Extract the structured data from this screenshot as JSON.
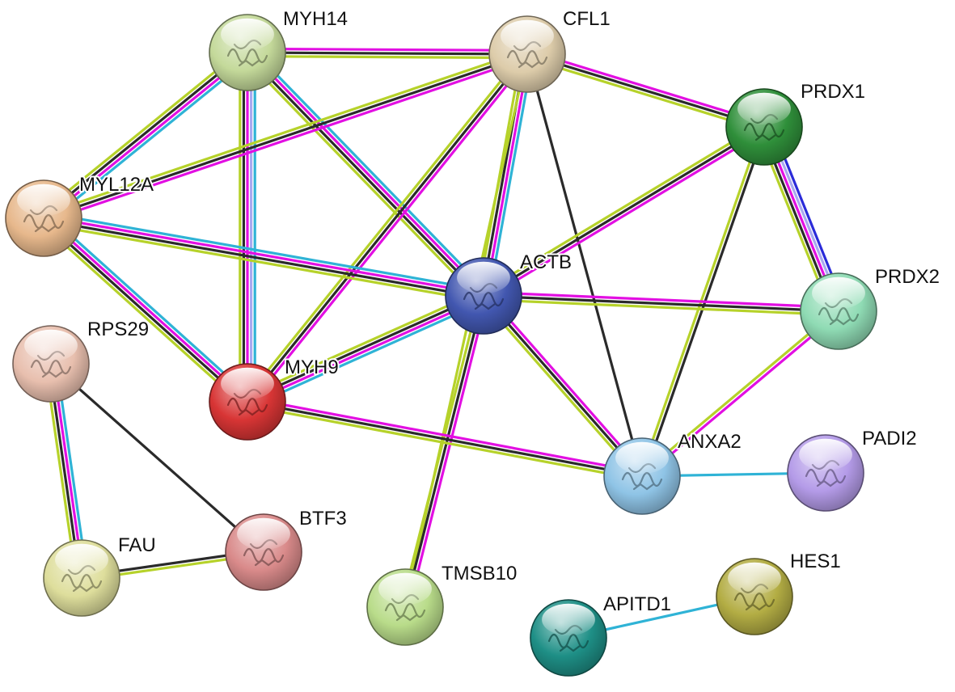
{
  "colors": {
    "experiments": "#e20fe2",
    "coexpression": "#2a2a2a",
    "textmining": "#b6d22a",
    "databases": "#2fb3d6",
    "homology": "#a9a9f0",
    "cooccurrence": "#2b2bd9"
  },
  "nodes": [
    {
      "id": "MYH14",
      "label": "MYH14",
      "color": "#c4d99a",
      "icon": "protein-structure-icon"
    },
    {
      "id": "CFL1",
      "label": "CFL1",
      "color": "#ddccaa",
      "icon": "protein-structure-icon"
    },
    {
      "id": "PRDX1",
      "label": "PRDX1",
      "color": "#2f8f3a",
      "icon": "protein-structure-icon"
    },
    {
      "id": "MYL12A",
      "label": "MYL12A",
      "color": "#e7b88c",
      "icon": "protein-structure-icon"
    },
    {
      "id": "ACTB",
      "label": "ACTB",
      "color": "#4257b0",
      "icon": "protein-structure-icon"
    },
    {
      "id": "PRDX2",
      "label": "PRDX2",
      "color": "#8fdbb4",
      "icon": "protein-structure-icon"
    },
    {
      "id": "RPS29",
      "label": "RPS29",
      "color": "#e8bfae",
      "icon": "protein-structure-icon"
    },
    {
      "id": "MYH9",
      "label": "MYH9",
      "color": "#d83535",
      "icon": "protein-structure-icon"
    },
    {
      "id": "ANXA2",
      "label": "ANXA2",
      "color": "#8fc4e6",
      "icon": "protein-structure-icon"
    },
    {
      "id": "PADI2",
      "label": "PADI2",
      "color": "#b49be8",
      "icon": "protein-structure-icon"
    },
    {
      "id": "BTF3",
      "label": "BTF3",
      "color": "#d98a8a",
      "icon": "protein-structure-icon"
    },
    {
      "id": "FAU",
      "label": "FAU",
      "color": "#dede9c",
      "icon": "protein-structure-icon"
    },
    {
      "id": "TMSB10",
      "label": "TMSB10",
      "color": "#b9dc8a",
      "icon": "protein-structure-icon"
    },
    {
      "id": "HES1",
      "label": "HES1",
      "color": "#b3ad44",
      "icon": "protein-structure-icon"
    },
    {
      "id": "APITD1",
      "label": "APITD1",
      "color": "#1e8f86",
      "icon": "protein-structure-icon"
    }
  ],
  "edges": [
    {
      "source": "MYH14",
      "target": "CFL1",
      "evidence": [
        "experiments",
        "coexpression",
        "textmining"
      ]
    },
    {
      "source": "MYH14",
      "target": "MYL12A",
      "evidence": [
        "databases",
        "experiments",
        "coexpression",
        "textmining"
      ]
    },
    {
      "source": "MYH14",
      "target": "MYH9",
      "evidence": [
        "databases",
        "homology",
        "experiments",
        "coexpression",
        "textmining"
      ]
    },
    {
      "source": "MYH14",
      "target": "ACTB",
      "evidence": [
        "databases",
        "experiments",
        "coexpression",
        "textmining"
      ]
    },
    {
      "source": "CFL1",
      "target": "PRDX1",
      "evidence": [
        "experiments",
        "coexpression",
        "textmining"
      ]
    },
    {
      "source": "CFL1",
      "target": "MYL12A",
      "evidence": [
        "experiments",
        "coexpression",
        "textmining"
      ]
    },
    {
      "source": "CFL1",
      "target": "ACTB",
      "evidence": [
        "databases",
        "experiments",
        "coexpression",
        "textmining"
      ]
    },
    {
      "source": "CFL1",
      "target": "MYH9",
      "evidence": [
        "experiments",
        "coexpression",
        "textmining"
      ]
    },
    {
      "source": "CFL1",
      "target": "ANXA2",
      "evidence": [
        "coexpression"
      ]
    },
    {
      "source": "CFL1",
      "target": "TMSB10",
      "evidence": [
        "textmining"
      ]
    },
    {
      "source": "PRDX1",
      "target": "PRDX2",
      "evidence": [
        "cooccurrence",
        "homology",
        "experiments",
        "coexpression",
        "textmining"
      ]
    },
    {
      "source": "PRDX1",
      "target": "ACTB",
      "evidence": [
        "experiments",
        "coexpression",
        "textmining"
      ]
    },
    {
      "source": "PRDX1",
      "target": "ANXA2",
      "evidence": [
        "coexpression",
        "textmining"
      ]
    },
    {
      "source": "MYL12A",
      "target": "ACTB",
      "evidence": [
        "databases",
        "experiments",
        "coexpression",
        "textmining"
      ]
    },
    {
      "source": "MYL12A",
      "target": "MYH9",
      "evidence": [
        "databases",
        "experiments",
        "coexpression",
        "textmining"
      ]
    },
    {
      "source": "ACTB",
      "target": "PRDX2",
      "evidence": [
        "experiments",
        "coexpression",
        "textmining"
      ]
    },
    {
      "source": "ACTB",
      "target": "MYH9",
      "evidence": [
        "databases",
        "experiments",
        "coexpression",
        "textmining"
      ]
    },
    {
      "source": "ACTB",
      "target": "ANXA2",
      "evidence": [
        "experiments",
        "coexpression",
        "textmining"
      ]
    },
    {
      "source": "ACTB",
      "target": "TMSB10",
      "evidence": [
        "experiments",
        "coexpression",
        "textmining"
      ]
    },
    {
      "source": "MYH9",
      "target": "ANXA2",
      "evidence": [
        "experiments",
        "coexpression",
        "textmining"
      ]
    },
    {
      "source": "PRDX2",
      "target": "ANXA2",
      "evidence": [
        "experiments",
        "textmining"
      ]
    },
    {
      "source": "ANXA2",
      "target": "PADI2",
      "evidence": [
        "databases"
      ]
    },
    {
      "source": "RPS29",
      "target": "FAU",
      "evidence": [
        "databases",
        "experiments",
        "coexpression",
        "textmining"
      ]
    },
    {
      "source": "RPS29",
      "target": "BTF3",
      "evidence": [
        "coexpression"
      ]
    },
    {
      "source": "FAU",
      "target": "BTF3",
      "evidence": [
        "coexpression",
        "textmining"
      ]
    },
    {
      "source": "APITD1",
      "target": "HES1",
      "evidence": [
        "databases"
      ]
    }
  ]
}
